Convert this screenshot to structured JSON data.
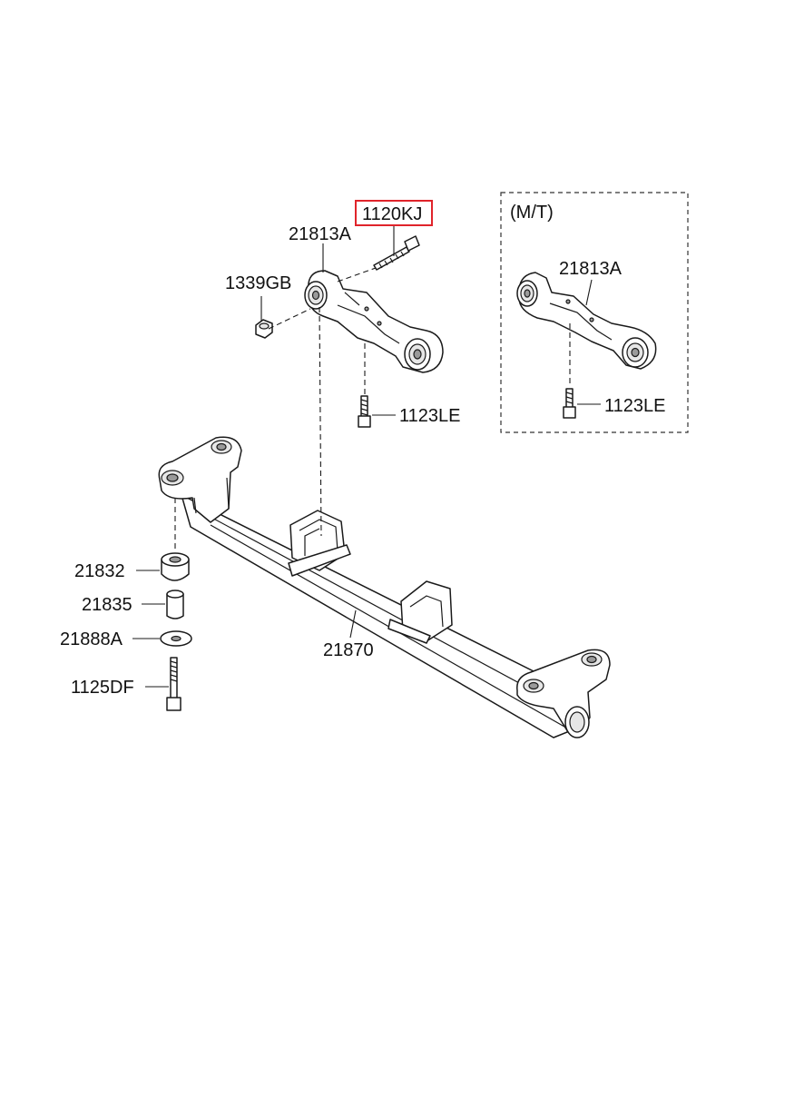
{
  "labels": {
    "p1120kj": "1120KJ",
    "p21813a_main": "21813A",
    "p1339gb": "1339GB",
    "p1123le_main": "1123LE",
    "p21832": "21832",
    "p21835": "21835",
    "p21888a": "21888A",
    "p1125df": "1125DF",
    "p21870": "21870",
    "mt_title": "(M/T)",
    "p21813a_mt": "21813A",
    "p1123le_mt": "1123LE"
  },
  "highlight_color": "#e0242b"
}
